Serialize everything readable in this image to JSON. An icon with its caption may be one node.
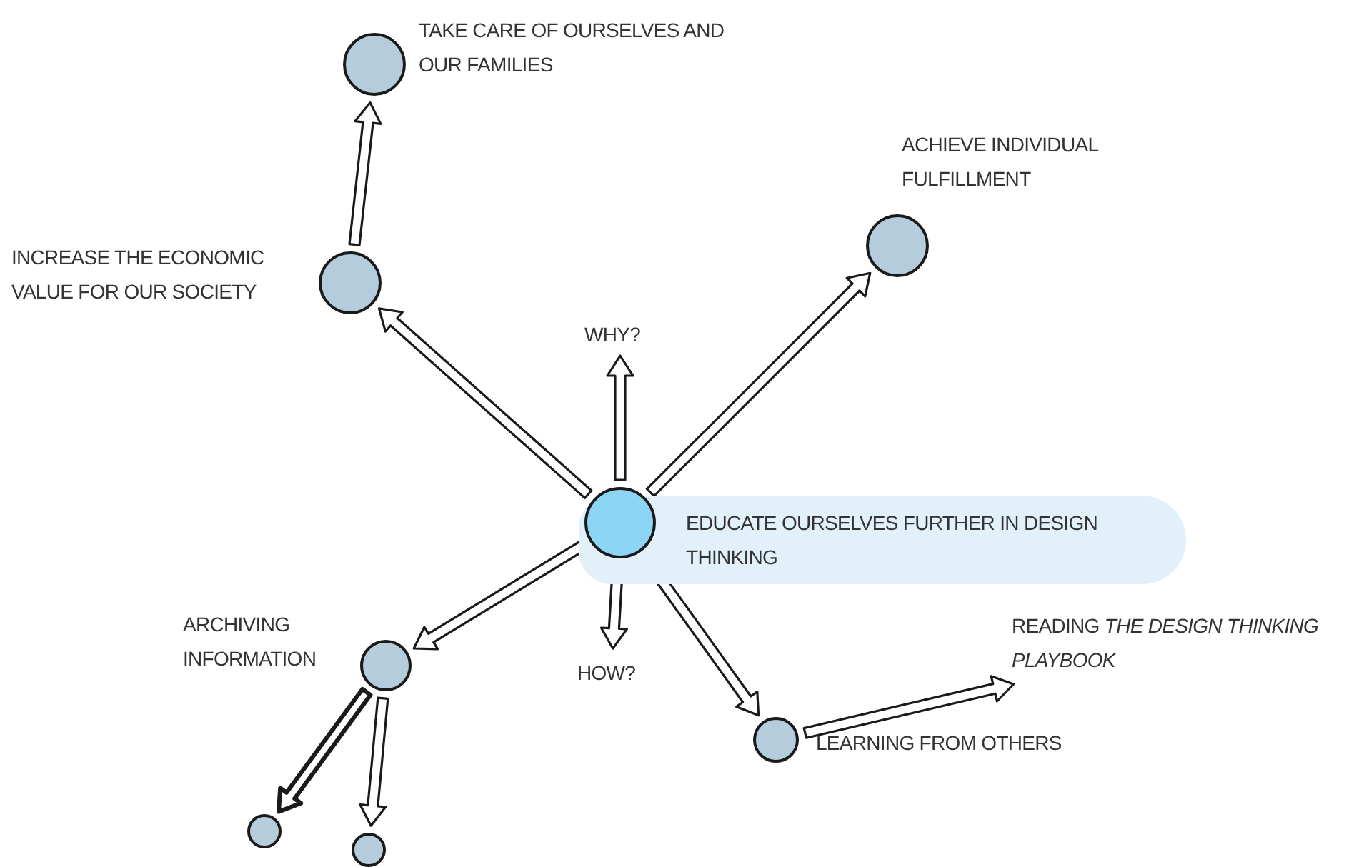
{
  "diagram": {
    "nodes": [
      {
        "text": [
          "TAKE CARE OF OURSELVES AND OUR FAMILIES"
        ]
      },
      {
        "text": [
          "ACHIEVE INDIVIDUAL FULFILLMENT"
        ]
      },
      {
        "text": [
          "INCREASE THE ECONOMIC VALUE FOR OUR SOCIETY"
        ]
      },
      {
        "text": [
          "WHY?"
        ]
      },
      {
        "text": [
          "EDUCATE OURSELVES FURTHER IN DESIGN THINKING"
        ]
      },
      {
        "text": [
          "ARCHIVING INFORMATION"
        ]
      },
      {
        "text": [
          "HOW?"
        ]
      },
      {
        "text": [
          "LEARNING FROM OTHERS"
        ]
      },
      {
        "text": [
          "READING *THE DESIGN THINKING PLAYBOOK*"
        ]
      },
      {
        "text": [],
        "shape": "circle"
      },
      {
        "text": [],
        "shape": "circle"
      }
    ],
    "edges": [
      {
        "from": 2,
        "to": 0,
        "arrow": "to"
      },
      {
        "from": 4,
        "to": 2,
        "arrow": "to"
      },
      {
        "from": 4,
        "to": 3,
        "arrow": "to"
      },
      {
        "from": 4,
        "to": 1,
        "arrow": "to"
      },
      {
        "from": 4,
        "to": 5,
        "arrow": "to"
      },
      {
        "from": 4,
        "to": 6,
        "arrow": "to"
      },
      {
        "from": 4,
        "to": 7,
        "arrow": "to"
      },
      {
        "from": 7,
        "to": 8,
        "arrow": "to"
      },
      {
        "from": 5,
        "to": 9,
        "arrow": "to",
        "style": "thick"
      },
      {
        "from": 5,
        "to": 10,
        "arrow": "to"
      }
    ]
  }
}
